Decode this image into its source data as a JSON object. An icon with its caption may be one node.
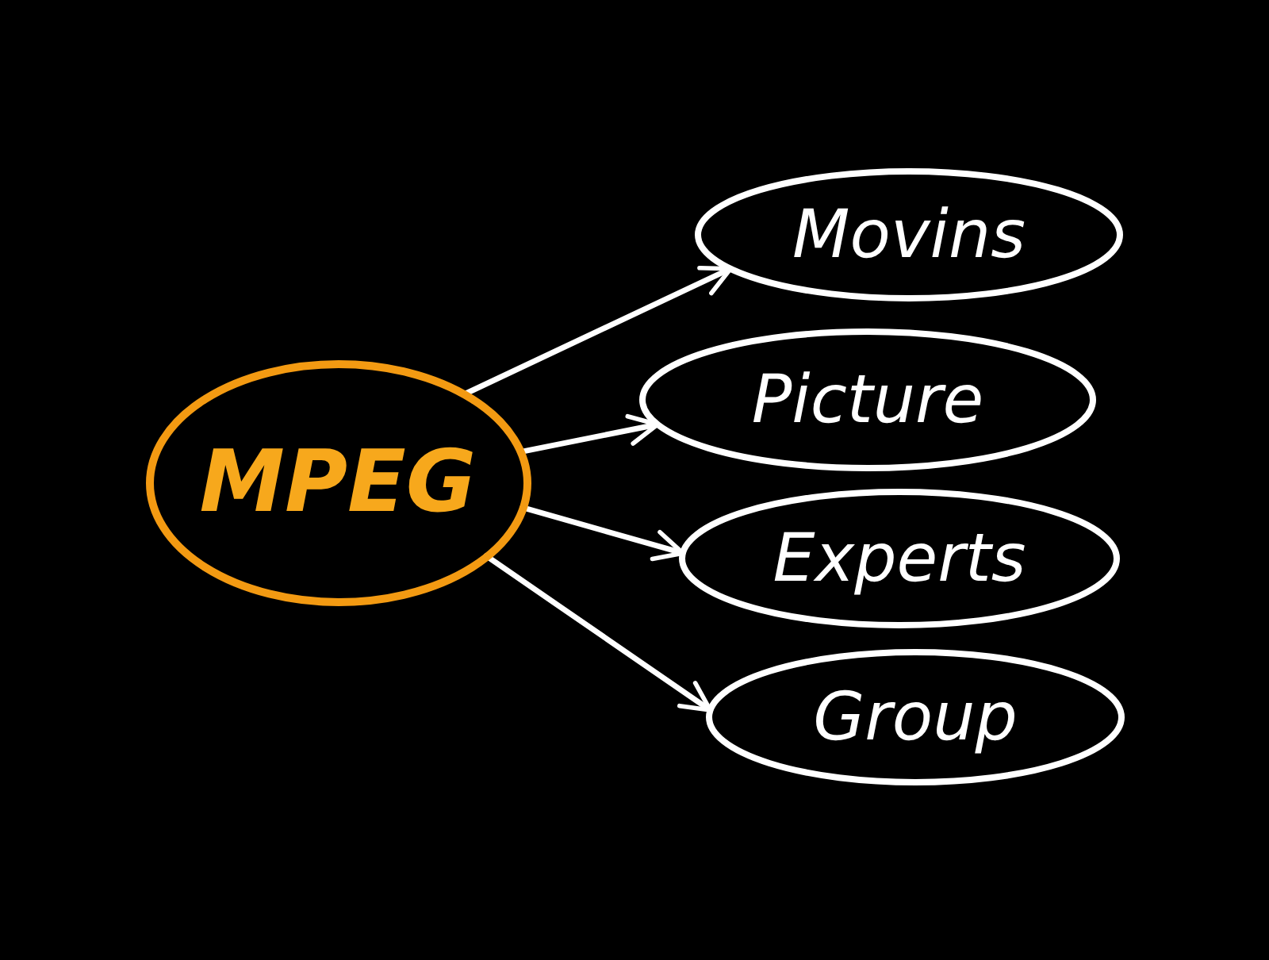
{
  "diagram": {
    "nodes": [
      {
        "text": [
          "MPEG"
        ]
      },
      {
        "text": [
          "Movins"
        ]
      },
      {
        "text": [
          "Picture"
        ]
      },
      {
        "text": [
          "Experts"
        ]
      },
      {
        "text": [
          "Group"
        ]
      }
    ],
    "edges": [
      {
        "from": 0,
        "to": 1,
        "arrow": "to"
      },
      {
        "from": 0,
        "to": 2,
        "arrow": "to"
      },
      {
        "from": 0,
        "to": 3,
        "arrow": "to"
      },
      {
        "from": 0,
        "to": 4,
        "arrow": "to"
      }
    ]
  }
}
